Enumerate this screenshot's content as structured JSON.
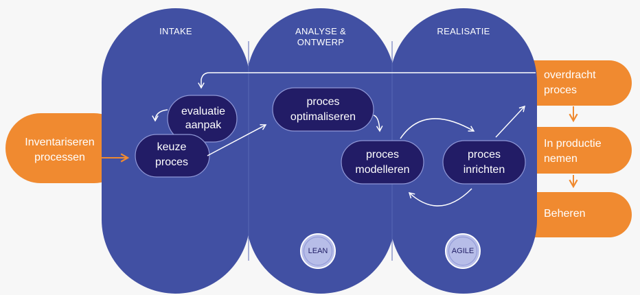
{
  "phases": [
    {
      "title": "INTAKE"
    },
    {
      "title_line1": "ANALYSE &",
      "title_line2": "ONTWERP"
    },
    {
      "title": "REALISATIE"
    }
  ],
  "steps": {
    "evaluatie": [
      "evaluatie",
      "aanpak"
    ],
    "keuze": [
      "keuze",
      "proces"
    ],
    "optimaliseren": [
      "proces",
      "optimaliseren"
    ],
    "modelleren": [
      "proces",
      "modelleren"
    ],
    "inrichten": [
      "proces",
      "inrichten"
    ]
  },
  "outer_steps": {
    "inventariseren": [
      "Inventariseren",
      "processen"
    ],
    "overdracht": [
      "overdracht",
      "proces"
    ],
    "productie": [
      "In productie",
      "nemen"
    ],
    "beheren": "Beheren"
  },
  "badges": {
    "lean": "LEAN",
    "agile": "AGILE"
  },
  "colors": {
    "phase": "#4150a3",
    "pill": "#221c66",
    "orange": "#f08a30",
    "badge": "#b7bde8",
    "background": "#f7f7f7"
  }
}
